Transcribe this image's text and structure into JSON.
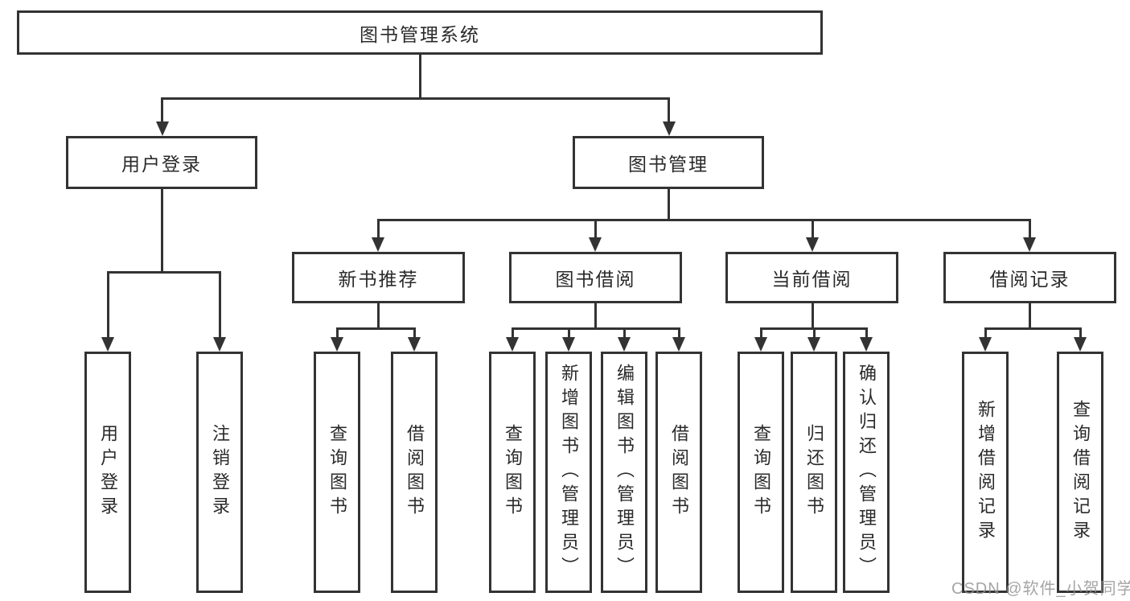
{
  "tree": {
    "label": "图书管理系统",
    "children": [
      {
        "label": "用户登录",
        "children": [
          {
            "label": "用户登录"
          },
          {
            "label": "注销登录"
          }
        ]
      },
      {
        "label": "图书管理",
        "children": [
          {
            "label": "新书推荐",
            "children": [
              {
                "label": "查询图书"
              },
              {
                "label": "借阅图书"
              }
            ]
          },
          {
            "label": "图书借阅",
            "children": [
              {
                "label": "查询图书"
              },
              {
                "label": "新增图书（管理员）"
              },
              {
                "label": "编辑图书（管理员）"
              },
              {
                "label": "借阅图书"
              }
            ]
          },
          {
            "label": "当前借阅",
            "children": [
              {
                "label": "查询图书"
              },
              {
                "label": "归还图书"
              },
              {
                "label": "确认归还（管理员）"
              }
            ]
          },
          {
            "label": "借阅记录",
            "children": [
              {
                "label": "新增借阅记录"
              },
              {
                "label": "查询借阅记录"
              }
            ]
          }
        ]
      }
    ]
  },
  "watermark": {
    "text": "CSDN @软件_小贺同学"
  },
  "colors": {
    "line": "#333333",
    "text": "#2a2a2a",
    "background": "#ffffff",
    "watermark": "#919191"
  }
}
